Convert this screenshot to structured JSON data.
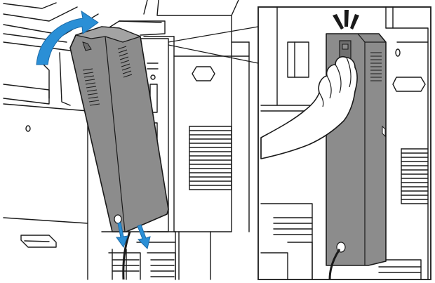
{
  "illustration": {
    "left_panel": {
      "subject": "printer-rear-with-cable-cover-being-lifted",
      "arrows": [
        "curved-lift-arrow",
        "down-arrow",
        "down-arrow"
      ]
    },
    "inset_panel": {
      "subject": "hand-pressing-cover-at-latch",
      "marks": [
        "click-indicator"
      ]
    },
    "colors": {
      "line": "#1a1a1a",
      "cover_gray": "#8c8c8c",
      "cover_gray_dark": "#6f6f6f",
      "arrow_blue": "#2a8fd6",
      "paper": "#ffffff",
      "hand_fill": "#ffffff"
    }
  }
}
